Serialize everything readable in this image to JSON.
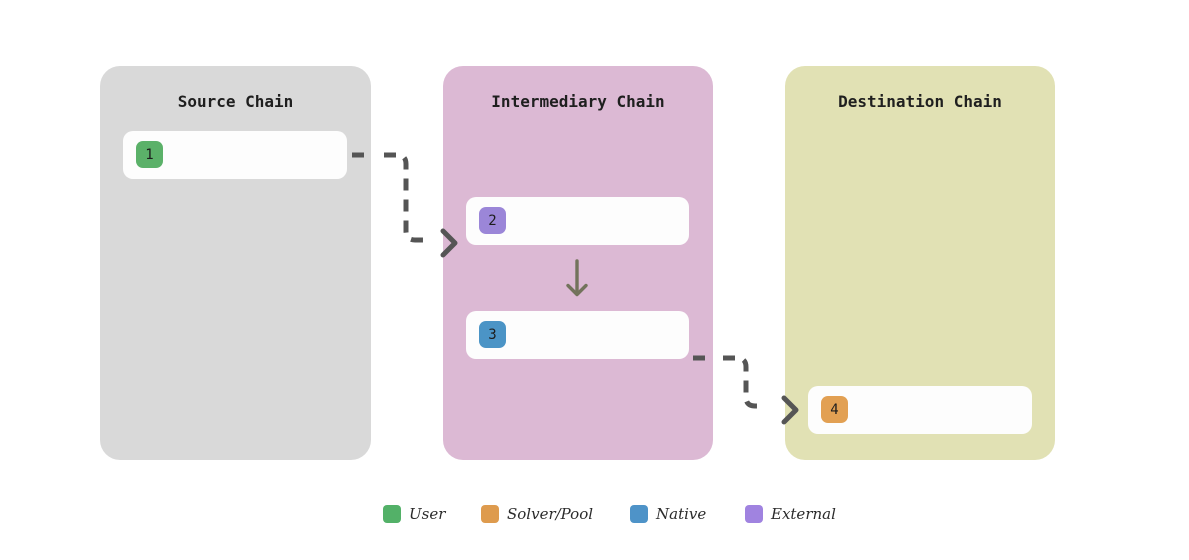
{
  "diagram": {
    "panels": [
      {
        "title": "Source Chain",
        "bg": "#d9d9d9",
        "nodes": [
          {
            "number": "1",
            "type": "user",
            "color": "#5bb169"
          }
        ]
      },
      {
        "title": "Intermediary Chain",
        "bg": "#dcb9d4",
        "nodes": [
          {
            "number": "2",
            "type": "external",
            "color": "#9b86d8"
          },
          {
            "number": "3",
            "type": "native",
            "color": "#4b94c6"
          }
        ]
      },
      {
        "title": "Destination Chain",
        "bg": "#e1e1b4",
        "nodes": [
          {
            "number": "4",
            "type": "solver-pool",
            "color": "#e2a053"
          }
        ]
      }
    ],
    "connectors": {
      "color": "#555555",
      "style": "dashed",
      "down_arrow_color": "#73735c"
    },
    "legend": [
      {
        "label": "User",
        "color": "#53b168"
      },
      {
        "label": "Solver/Pool",
        "color": "#de9b4e"
      },
      {
        "label": "Native",
        "color": "#4e93c8"
      },
      {
        "label": "External",
        "color": "#a083e0"
      }
    ]
  }
}
